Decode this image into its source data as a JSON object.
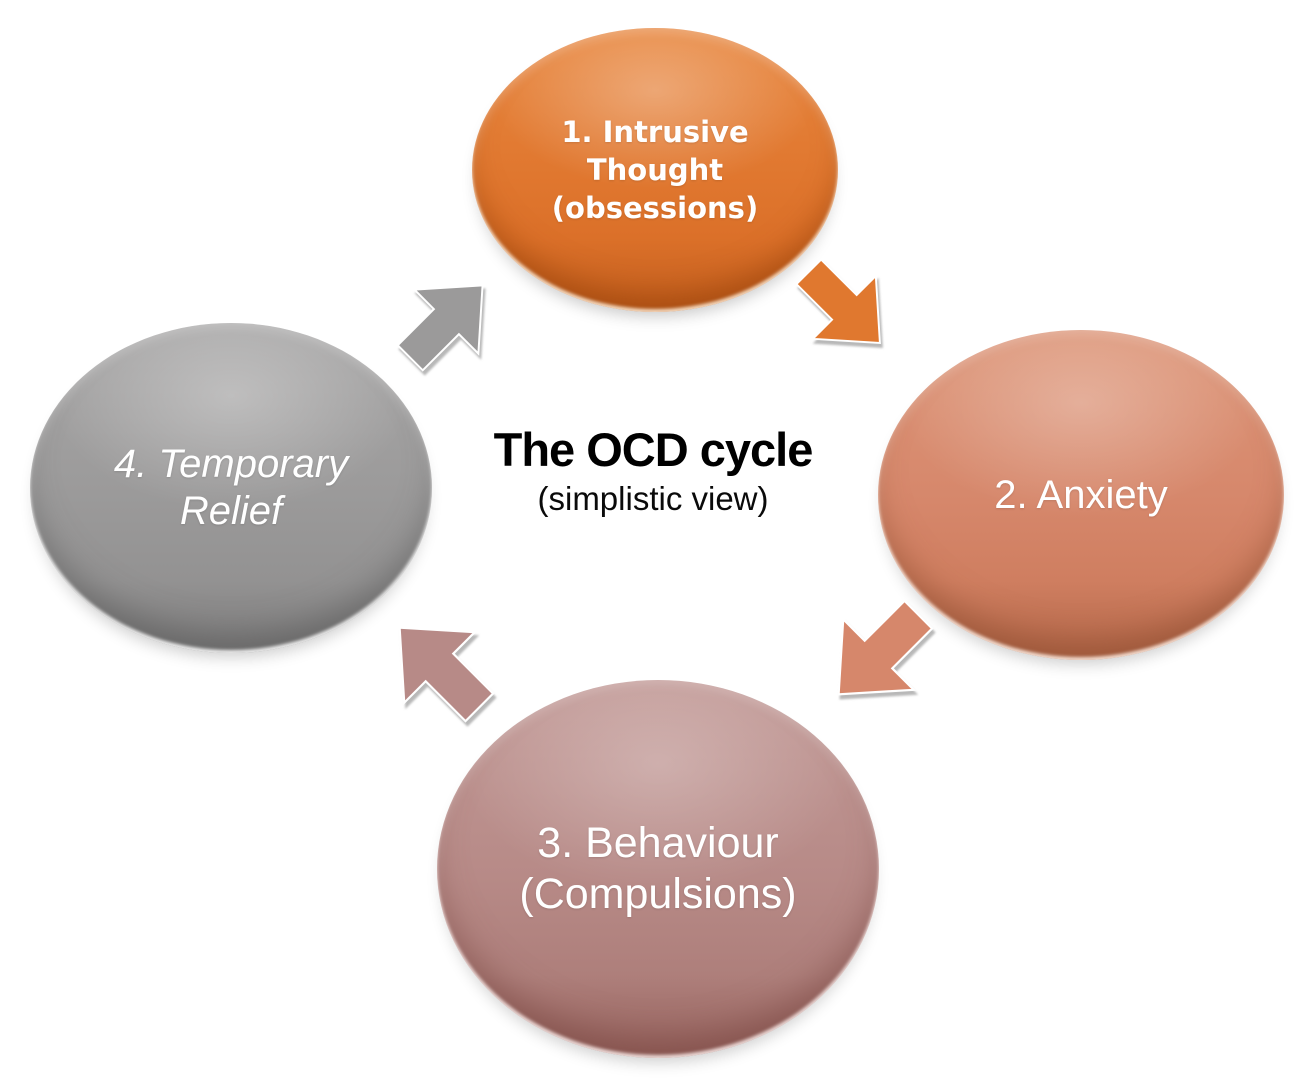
{
  "diagram": {
    "type": "cycle",
    "title": "The OCD cycle",
    "subtitle": "(simplistic view)",
    "background_color": "#FFFFFF",
    "title_color": "#000000",
    "node_text_color": "#FFFFFF",
    "nodes": [
      {
        "id": 1,
        "position": "top",
        "label": "1. Intrusive Thought (obsessions)",
        "lines": [
          "1. Intrusive",
          "Thought",
          "(obsessions)"
        ],
        "color": "#E0772F",
        "text_style": "bold"
      },
      {
        "id": 2,
        "position": "right",
        "label": "2. Anxiety",
        "lines": [
          "2. Anxiety"
        ],
        "color": "#D6876B",
        "text_style": "regular"
      },
      {
        "id": 3,
        "position": "bottom",
        "label": "3. Behaviour (Compulsions)",
        "lines": [
          "3. Behaviour",
          "(Compulsions)"
        ],
        "color": "#B78A87",
        "text_style": "regular"
      },
      {
        "id": 4,
        "position": "left",
        "label": "4. Temporary Relief",
        "lines": [
          "4. Temporary",
          "Relief"
        ],
        "color": "#9B9A9A",
        "text_style": "italic"
      }
    ],
    "arrows": [
      {
        "from": 1,
        "to": 2,
        "direction": "down-right",
        "color": "#E0782F"
      },
      {
        "from": 2,
        "to": 3,
        "direction": "down-left",
        "color": "#D6876B"
      },
      {
        "from": 3,
        "to": 4,
        "direction": "up-left",
        "color": "#B78A87"
      },
      {
        "from": 4,
        "to": 1,
        "direction": "up-right",
        "color": "#9B9A9A"
      }
    ]
  }
}
